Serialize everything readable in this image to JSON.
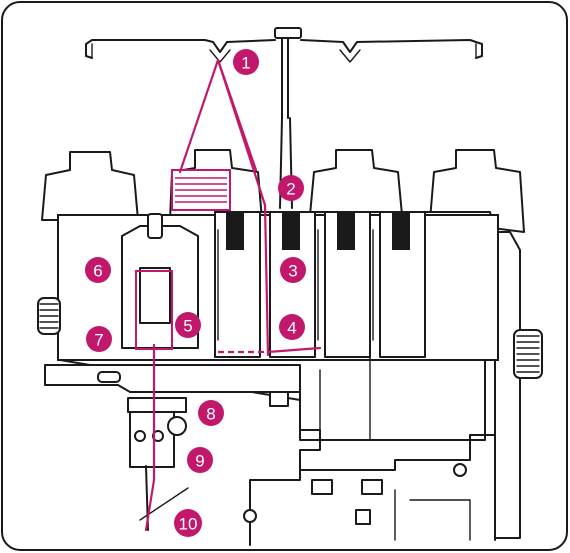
{
  "diagram": {
    "thread_color": "#c2186b",
    "steps": [
      {
        "label": "1"
      },
      {
        "label": "2"
      },
      {
        "label": "3"
      },
      {
        "label": "4"
      },
      {
        "label": "5"
      },
      {
        "label": "6"
      },
      {
        "label": "7"
      },
      {
        "label": "8"
      },
      {
        "label": "9"
      },
      {
        "label": "10"
      }
    ]
  }
}
